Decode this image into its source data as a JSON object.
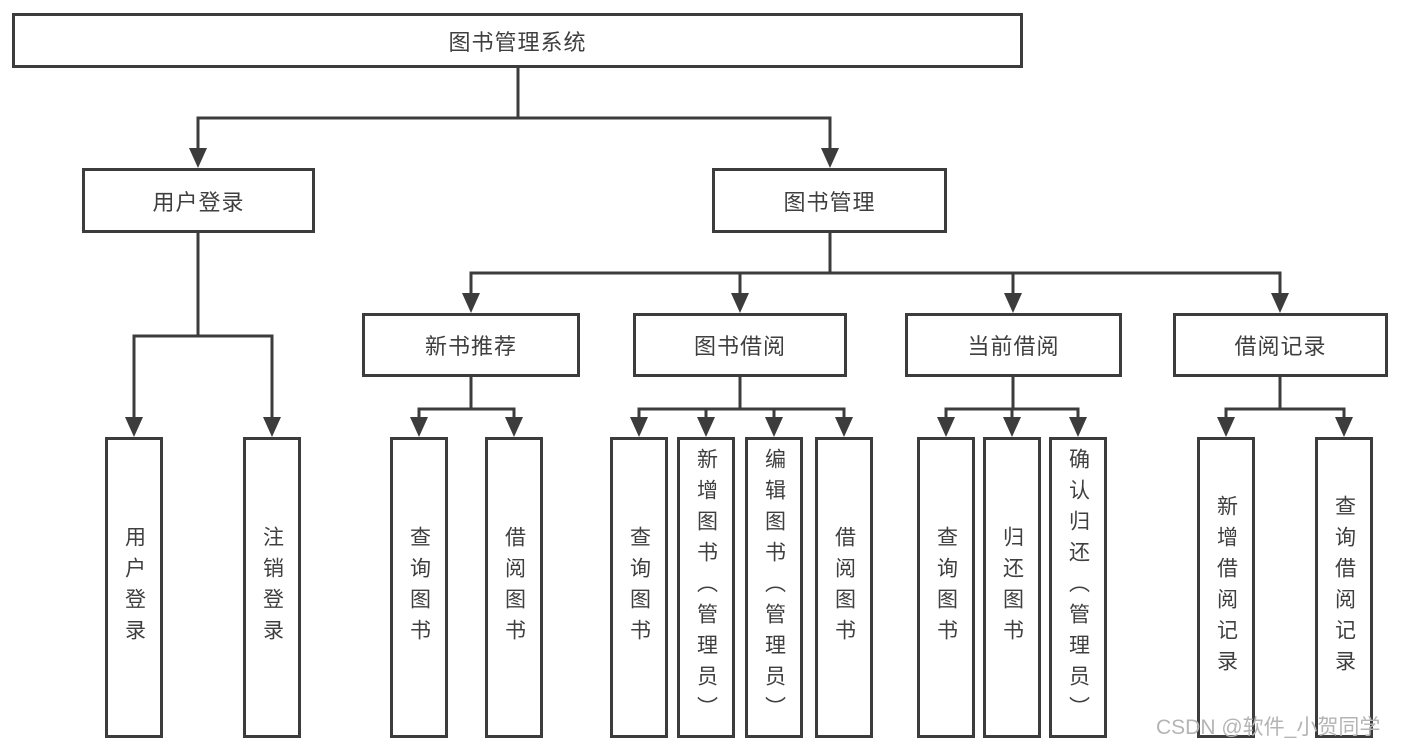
{
  "diagram": {
    "title": "图书管理系统",
    "branches": [
      {
        "label": "用户登录",
        "children": [
          "用户登录",
          "注销登录"
        ]
      },
      {
        "label": "图书管理",
        "groups": [
          {
            "label": "新书推荐",
            "children": [
              "查询图书",
              "借阅图书"
            ]
          },
          {
            "label": "图书借阅",
            "children": [
              "查询图书",
              "新增图书（管理员）",
              "编辑图书（管理员）",
              "借阅图书"
            ]
          },
          {
            "label": "当前借阅",
            "children": [
              "查询图书",
              "归还图书",
              "确认归还（管理员）"
            ]
          },
          {
            "label": "借阅记录",
            "children": [
              "新增借阅记录",
              "查询借阅记录"
            ]
          }
        ]
      }
    ]
  },
  "watermark": "CSDN @软件_小贺同学",
  "colors": {
    "line": "#3c3c3c",
    "text": "#3f3f3f",
    "watermark": "#b4b4b4",
    "background": "#ffffff"
  }
}
